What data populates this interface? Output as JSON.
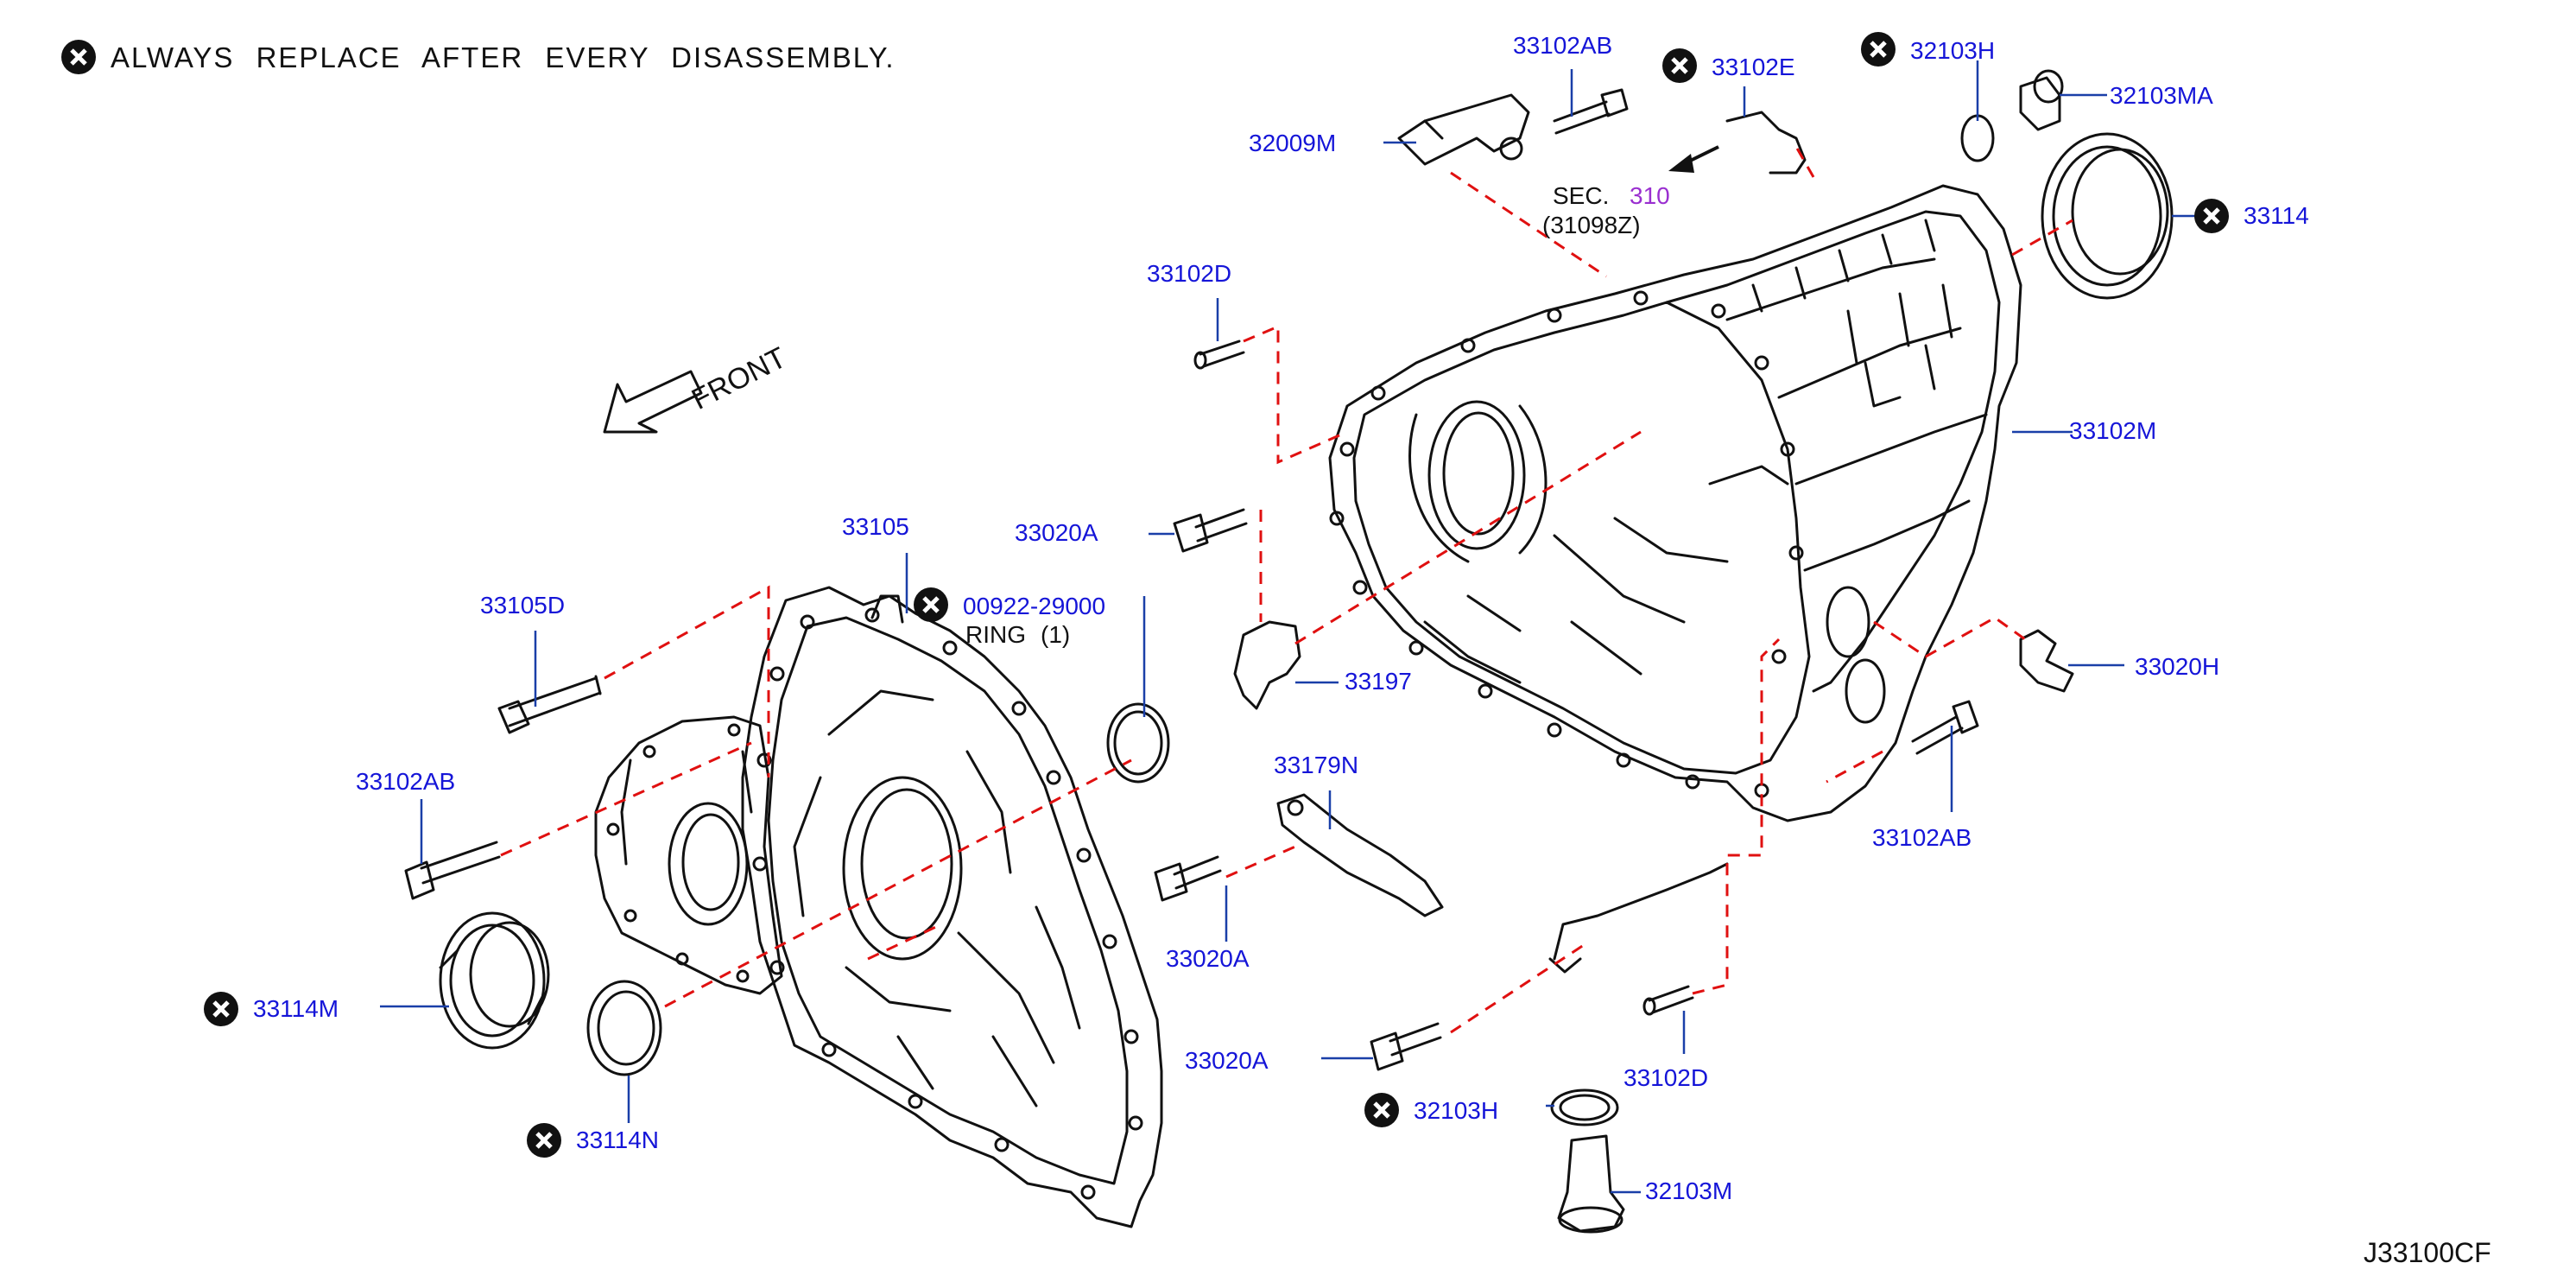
{
  "note": {
    "text": "ALWAYS REPLACE AFTER EVERY DISASSEMBLY.",
    "icon": "replace-x-icon"
  },
  "front_label": "FRONT",
  "diagram_code": "J33100CF",
  "section_ref": {
    "prefix": "SEC.",
    "number": "310",
    "sub": "(31098Z)"
  },
  "ring_note": {
    "text": "RING",
    "qty": "(1)"
  },
  "colors": {
    "label": "#1515d8",
    "leader": "#1a3fa8",
    "dashed": "#e01010",
    "outline": "#111111",
    "section": "#9a2fd0"
  },
  "parts": {
    "p33102AB_top": "33102AB",
    "p33102E": "33102E",
    "p32103H_top": "32103H",
    "p32103MA": "32103MA",
    "p32009M": "32009M",
    "p33114": "33114",
    "p33102D_top": "33102D",
    "p33102M": "33102M",
    "p33105": "33105",
    "p00922": "00922-29000",
    "p33020A_top": "33020A",
    "p33105D": "33105D",
    "p33197": "33197",
    "p33020H": "33020H",
    "p33102AB_left": "33102AB",
    "p33179N": "33179N",
    "p33102AB_right": "33102AB",
    "p33114M": "33114M",
    "p33020A_mid": "33020A",
    "p33020A_bot": "33020A",
    "p33102D_bot": "33102D",
    "p32103H_bot": "32103H",
    "p32103M": "32103M",
    "p33114N": "33114N"
  }
}
